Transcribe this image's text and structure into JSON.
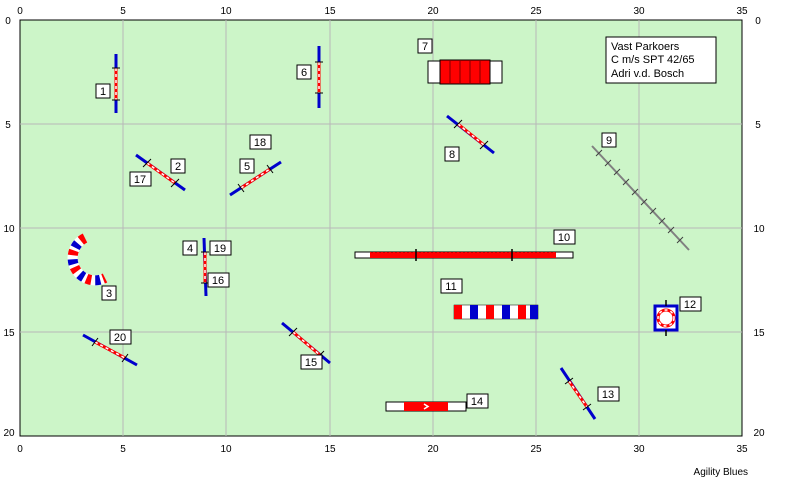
{
  "field": {
    "background": "#ccf5c8",
    "grid_color": "#c0c0c0"
  },
  "axis": {
    "x_ticks": [
      "0",
      "5",
      "10",
      "15",
      "20",
      "25",
      "30",
      "35"
    ],
    "y_ticks": [
      "0",
      "5",
      "10",
      "15",
      "20"
    ]
  },
  "info": {
    "line1": "Vast Parkoers",
    "line2": "C m/s SPT 42/65",
    "line3": "Adri v.d. Bosch"
  },
  "footer": {
    "credit": "Agility Blues"
  },
  "numbers": [
    "1",
    "2",
    "3",
    "4",
    "5",
    "6",
    "7",
    "8",
    "9",
    "10",
    "11",
    "12",
    "13",
    "14",
    "15",
    "16",
    "17",
    "18",
    "19",
    "20"
  ],
  "colors": {
    "red": "#ff0000",
    "blue": "#0000cc",
    "white": "#ffffff",
    "gray": "#808080"
  }
}
